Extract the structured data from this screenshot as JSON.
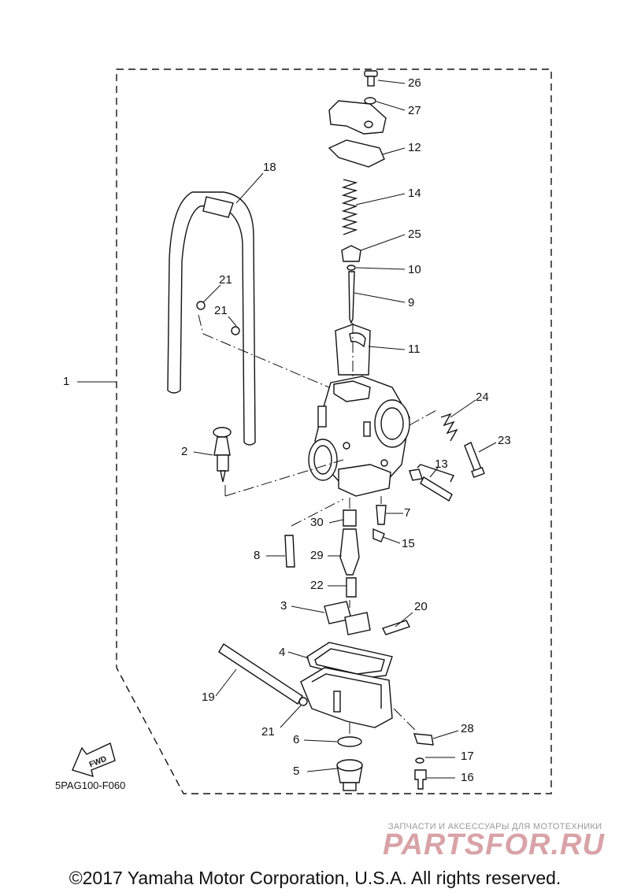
{
  "callouts": [
    {
      "id": "26",
      "text": "26"
    },
    {
      "id": "27",
      "text": "27"
    },
    {
      "id": "12",
      "text": "12"
    },
    {
      "id": "18",
      "text": "18"
    },
    {
      "id": "14",
      "text": "14"
    },
    {
      "id": "25",
      "text": "25"
    },
    {
      "id": "10",
      "text": "10"
    },
    {
      "id": "21a",
      "text": "21"
    },
    {
      "id": "21b",
      "text": "21"
    },
    {
      "id": "9",
      "text": "9"
    },
    {
      "id": "11",
      "text": "11"
    },
    {
      "id": "1",
      "text": "1"
    },
    {
      "id": "24",
      "text": "24"
    },
    {
      "id": "23",
      "text": "23"
    },
    {
      "id": "2",
      "text": "2"
    },
    {
      "id": "13",
      "text": "13"
    },
    {
      "id": "30",
      "text": "30"
    },
    {
      "id": "7",
      "text": "7"
    },
    {
      "id": "15",
      "text": "15"
    },
    {
      "id": "8",
      "text": "8"
    },
    {
      "id": "29",
      "text": "29"
    },
    {
      "id": "22",
      "text": "22"
    },
    {
      "id": "3",
      "text": "3"
    },
    {
      "id": "20",
      "text": "20"
    },
    {
      "id": "4",
      "text": "4"
    },
    {
      "id": "19",
      "text": "19"
    },
    {
      "id": "21c",
      "text": "21"
    },
    {
      "id": "28",
      "text": "28"
    },
    {
      "id": "6",
      "text": "6"
    },
    {
      "id": "17",
      "text": "17"
    },
    {
      "id": "5",
      "text": "5"
    },
    {
      "id": "16",
      "text": "16"
    }
  ],
  "fwd_label": "FWD",
  "diagram_code": "5PAG100-F060",
  "watermark": {
    "tagline": "ЗАПЧАСТИ И АКСЕССУАРЫ ДЛЯ МОТОТЕХНИКИ",
    "logo": "PARTSFOR.RU"
  },
  "copyright": "©2017 Yamaha Motor Corporation, U.S.A. All rights reserved."
}
